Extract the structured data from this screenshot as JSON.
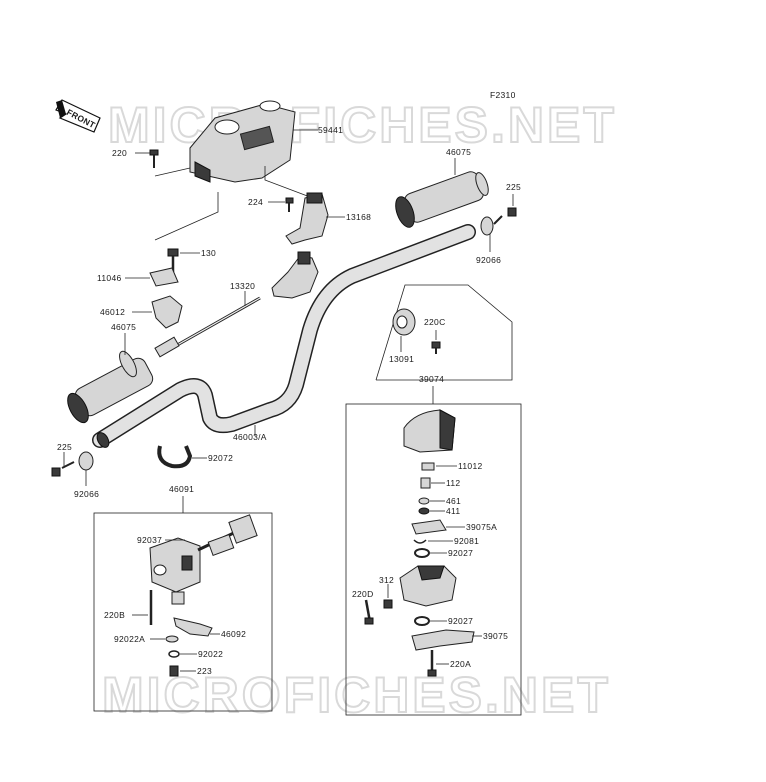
{
  "figure_code": "F2310",
  "watermark": "MICROFICHES.NET",
  "front_arrow": "FRONT",
  "parts": {
    "p59441": "59441",
    "p220": "220",
    "p46075_top": "46075",
    "p225_top": "225",
    "p224": "224",
    "p13168": "13168",
    "p92066_top": "92066",
    "p130": "130",
    "p11046": "11046",
    "p13320": "13320",
    "p46012": "46012",
    "p46075_left": "46075",
    "p220C": "220C",
    "p13091": "13091",
    "p39074": "39074",
    "p46003A": "46003/A",
    "p225_left": "225",
    "p92072": "92072",
    "p92066_left": "92066",
    "p11012": "11012",
    "p112": "112",
    "p461": "461",
    "p411": "411",
    "p46091": "46091",
    "p39075A": "39075A",
    "p92037": "92037",
    "p92081": "92081",
    "p92027_a": "92027",
    "p312": "312",
    "p220D": "220D",
    "p220B": "220B",
    "p92027_b": "92027",
    "p46092": "46092",
    "p39075": "39075",
    "p92022A": "92022A",
    "p92022": "92022",
    "p220A": "220A",
    "p223": "223"
  }
}
